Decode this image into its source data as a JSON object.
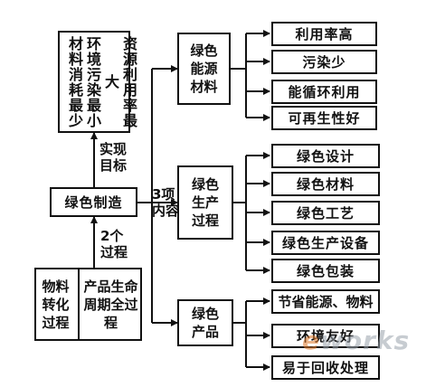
{
  "goals": [
    "资源利用率最大",
    "环境污染最小材料消耗最少"
  ],
  "achieve_label": "实现目标",
  "center": "绿色制造",
  "two_process_label": "2个过程",
  "three_content_label": "3项内容",
  "processes": [
    "物料转化过程",
    "产品生命周期全过程"
  ],
  "categories": [
    {
      "label": "绿色能源材料",
      "items": [
        "利用率高",
        "污染少",
        "能循环利用",
        "可再生性好"
      ]
    },
    {
      "label": "绿色生产过程",
      "items": [
        "绿色设计",
        "绿色材料",
        "绿色工艺",
        "绿色生产设备",
        "绿色包装"
      ]
    },
    {
      "label": "绿色产品",
      "items": [
        "节省能源、物料",
        "环境友好",
        "易于回收处理"
      ]
    }
  ],
  "watermark": {
    "prefix": "e",
    "text": "works"
  }
}
